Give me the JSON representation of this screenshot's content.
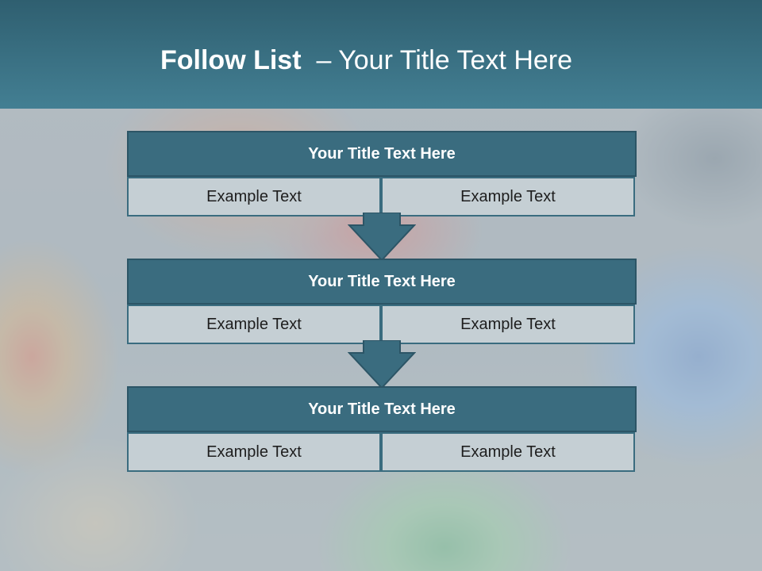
{
  "slide": {
    "title_bold": "Follow List",
    "title_rest": "– Your Title Text Here"
  },
  "steps": [
    {
      "title": "Your Title Text Here",
      "left": "Example Text",
      "right": "Example Text"
    },
    {
      "title": "Your Title Text Here",
      "left": "Example Text",
      "right": "Example Text"
    },
    {
      "title": "Your Title Text Here",
      "left": "Example Text",
      "right": "Example Text"
    }
  ],
  "colors": {
    "header": "#437f93",
    "block_title": "#3a6c7f",
    "cell": "#c5cfd4",
    "arrow": "#3a6c7f"
  }
}
